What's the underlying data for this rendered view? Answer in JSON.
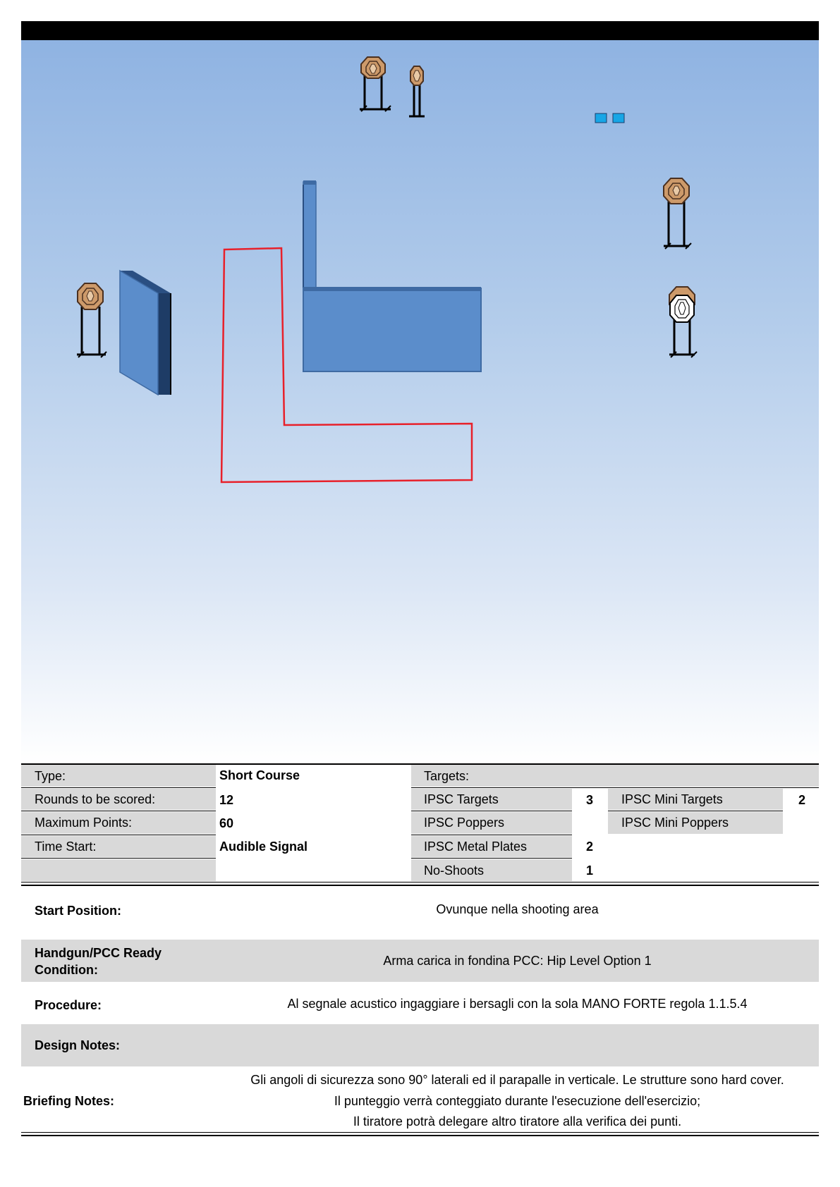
{
  "stage": {
    "colors": {
      "wall": "#5b8dcb",
      "wall_dark": "#3e6aa3",
      "fault_line": "#e8202a",
      "target": "#cd9a6a",
      "popper_plate": "#17a6e6"
    },
    "elements": [
      "ipsc-target",
      "ipsc-mini-target",
      "metal-plate",
      "barrier-wall",
      "shooting-area",
      "no-shoot"
    ]
  },
  "table": {
    "type_label": "Type:",
    "type_value": "Short Course",
    "rounds_label": "Rounds to be scored:",
    "rounds_value": "12",
    "max_points_label": "Maximum Points:",
    "max_points_value": "60",
    "time_start_label": "Time Start:",
    "time_start_value": "Audible Signal",
    "targets_label": "Targets:",
    "ipsc_targets_label": "IPSC Targets",
    "ipsc_targets_value": "3",
    "ipsc_poppers_label": "IPSC Poppers",
    "ipsc_poppers_value": "",
    "ipsc_metal_plates_label": "IPSC Metal Plates",
    "ipsc_metal_plates_value": "2",
    "no_shoots_label": "No-Shoots",
    "no_shoots_value": "1",
    "ipsc_mini_targets_label": "IPSC Mini Targets",
    "ipsc_mini_targets_value": "2",
    "ipsc_mini_poppers_label": "IPSC Mini Poppers",
    "ipsc_mini_poppers_value": ""
  },
  "details": {
    "start_position_label": "Start Position:",
    "start_position_value": "Ovunque nella shooting area",
    "ready_condition_label_1": "Handgun/PCC Ready",
    "ready_condition_label_2": "Condition:",
    "ready_condition_value": "Arma carica in fondina PCC: Hip Level Option 1",
    "procedure_label": "Procedure:",
    "procedure_value": "Al segnale acustico ingaggiare i bersagli con la sola MANO FORTE regola 1.1.5.4",
    "design_notes_label": "Design Notes:",
    "design_notes_value": "",
    "briefing_notes_label": "Briefing Notes:",
    "briefing_line_1": "Gli angoli di sicurezza sono 90° laterali ed il parapalle in verticale. Le strutture sono hard cover.",
    "briefing_line_2": "Il punteggio verrà conteggiato durante l'esecuzione dell'esercizio;",
    "briefing_line_3": "Il tiratore potrà delegare altro tiratore alla verifica dei punti."
  }
}
